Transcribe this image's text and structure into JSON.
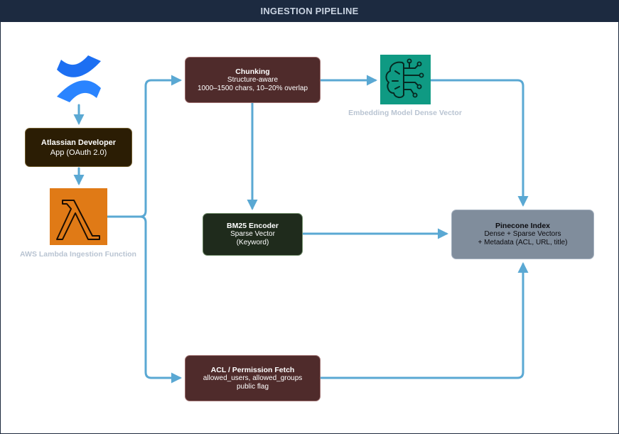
{
  "header": {
    "title": "INGESTION PIPELINE"
  },
  "icons": {
    "confluence": "confluence-logo",
    "lambda": "aws-lambda-icon",
    "embedding": "ai-brain-circuit-icon"
  },
  "colors": {
    "arrow": "#5aa8d3",
    "lambda_orange": "#e07a16",
    "embedding_teal": "#0f9a83",
    "confluence_blue": "#1d6ff2"
  },
  "nodes": {
    "atlassian": {
      "title": "Atlassian Developer",
      "subtitle": "App (OAuth 2.0)"
    },
    "lambda": {
      "caption": "AWS Lambda Ingestion Function"
    },
    "chunking": {
      "title": "Chunking",
      "line1": "Structure-aware",
      "line2": "1000–1500 chars, 10–20% overlap"
    },
    "embedding": {
      "caption": "Embedding Model Dense Vector"
    },
    "bm25": {
      "title": "BM25 Encoder",
      "line1": "Sparse Vector",
      "line2": "(Keyword)"
    },
    "pinecone": {
      "title": "Pinecone Index",
      "line1": "Dense + Sparse Vectors",
      "line2": "+ Metadata (ACL, URL, title)"
    },
    "acl": {
      "title": "ACL / Permission Fetch",
      "line1": "allowed_users, allowed_groups",
      "line2": "public flag"
    }
  }
}
